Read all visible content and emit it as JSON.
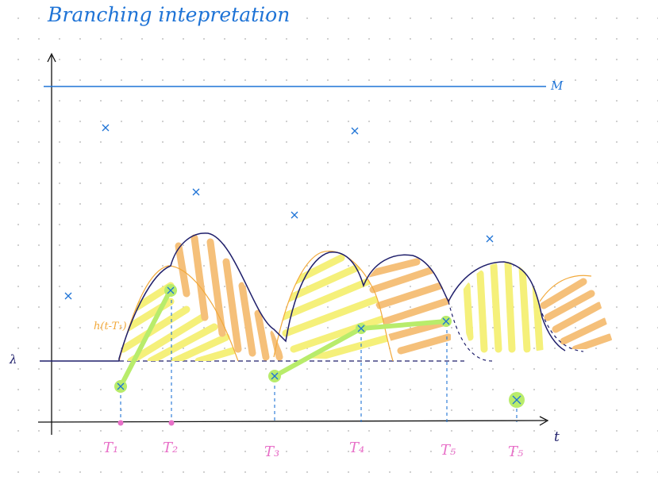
{
  "title": "Branching intepretation",
  "labels": {
    "M": "M",
    "lambda": "λ",
    "t_axis": "t",
    "h_label": "h(t-T₁)"
  },
  "event_times": [
    "T₁",
    "T₂",
    "T₃",
    "T₄",
    "T₅",
    "T₅"
  ],
  "colors": {
    "ink_blue": "#1e73d6",
    "navy": "#1f1f6b",
    "orange": "#f2a93b",
    "yellow": "#f5f07a",
    "green": "#b8ec6b",
    "pink": "#e870c8"
  }
}
